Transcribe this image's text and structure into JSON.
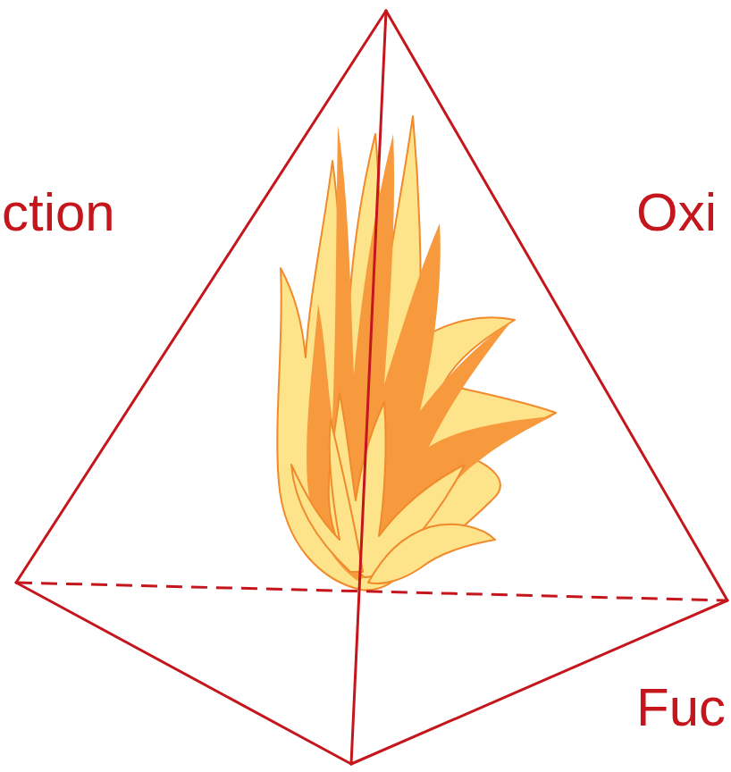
{
  "diagram": {
    "labels": [
      "ction",
      "Oxi",
      "Fuc"
    ]
  }
}
